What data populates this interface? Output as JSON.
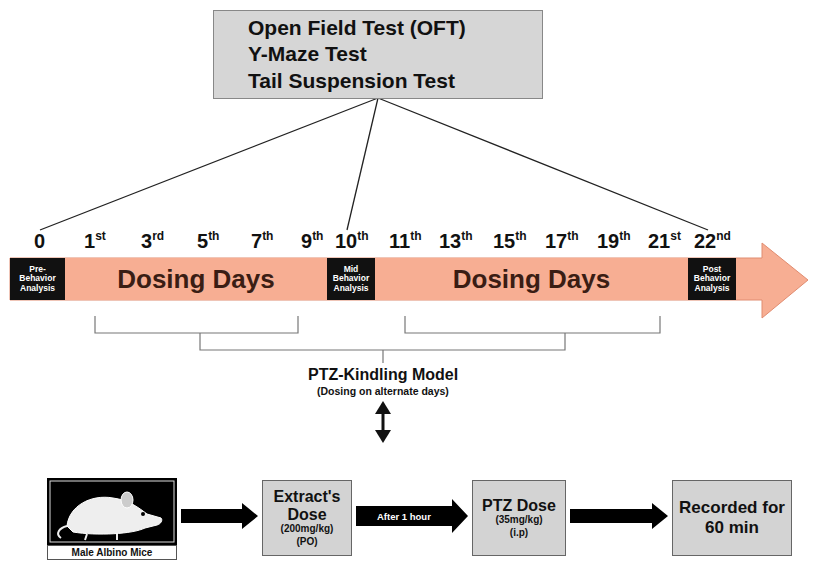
{
  "diagram": {
    "nodes": [
      {
        "text": [
          "Open Field Test (OFT)",
          "Y-Maze Test",
          "Tail Suspension Test"
        ]
      },
      {
        "text": [
          "Pre- Behavior Analysis"
        ]
      },
      {
        "text": [
          "Dosing Days"
        ]
      },
      {
        "text": [
          "Mid Behavior Analysis"
        ]
      },
      {
        "text": [
          "Dosing Days"
        ]
      },
      {
        "text": [
          "Post Behavior Analysis"
        ]
      },
      {
        "text": [
          "Male Albino Mice"
        ]
      },
      {
        "text": [
          "Extract's Dose",
          "(200mg/kg)",
          "(PO)"
        ]
      },
      {
        "text": [
          "PTZ Dose",
          "(35mg/kg)",
          "(i.p)"
        ]
      },
      {
        "text": [
          "Recorded for 60 min"
        ]
      }
    ],
    "edges": [
      {
        "from": 6,
        "to": 7,
        "arrow": "to"
      },
      {
        "from": 7,
        "to": 8,
        "label": "After 1 hour",
        "arrow": "to"
      },
      {
        "from": 8,
        "to": 9,
        "arrow": "to"
      }
    ],
    "labels": [
      "0",
      "1st",
      "3rd",
      "5th",
      "7th",
      "9th",
      "10th",
      "11th",
      "13th",
      "15th",
      "17th",
      "19th",
      "21st",
      "22nd",
      "PTZ-Kindling Model",
      "(Dosing on alternate days)"
    ]
  }
}
